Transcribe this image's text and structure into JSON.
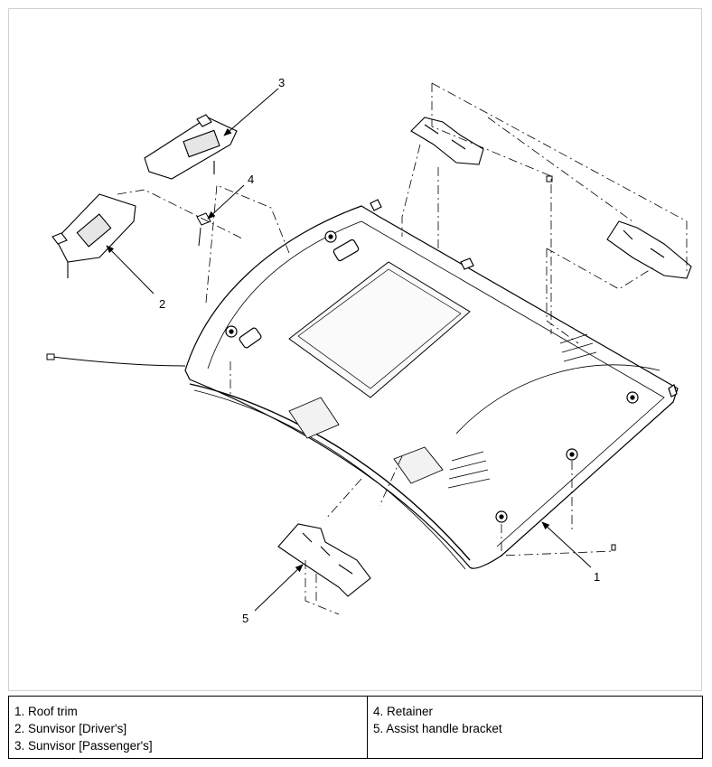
{
  "callouts": {
    "c1": "1",
    "c2": "2",
    "c3": "3",
    "c4": "4",
    "c5": "5"
  },
  "legend": {
    "left": [
      "1. Roof trim",
      "2. Sunvisor [Driver's]",
      "3. Sunvisor [Passenger's]"
    ],
    "right": [
      "4. Retainer",
      "5. Assist handle bracket"
    ]
  },
  "colors": {
    "line": "#000000",
    "frame": "#d0d0d0",
    "part_fill": "#ffffff",
    "shade": "#e6e6e6"
  }
}
